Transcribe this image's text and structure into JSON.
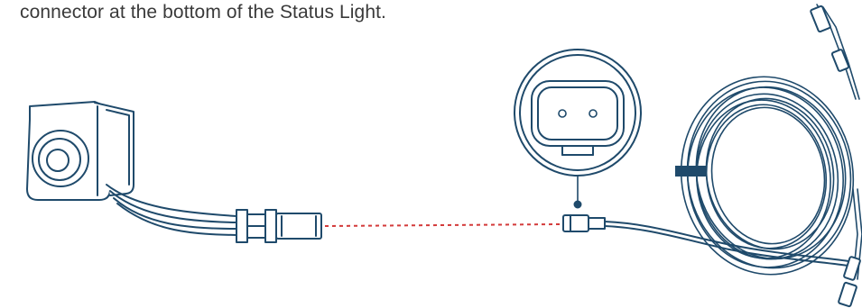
{
  "instruction_text": "connector at the bottom of the Status Light.",
  "colors": {
    "line": "#1f4a6b",
    "dashed_link": "#d33a3a",
    "fill": "#ffffff"
  },
  "illustration": {
    "status_light": "status-light-device",
    "plug": "status-light-connector",
    "cable_connector": "cable-connector",
    "connector_detail": "connector-face-detail",
    "cable_coil": "coiled-cable"
  }
}
